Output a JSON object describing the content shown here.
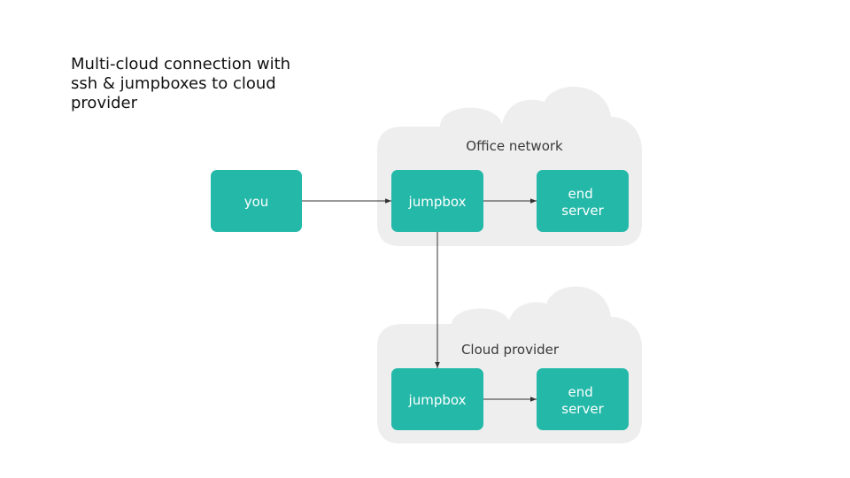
{
  "title": {
    "lines": [
      "Multi-cloud connection with",
      "ssh & jumpboxes to cloud",
      "provider"
    ]
  },
  "regions": {
    "office": {
      "label": "Office network"
    },
    "cloud": {
      "label": "Cloud provider"
    }
  },
  "nodes": {
    "you": {
      "lines": [
        "you"
      ]
    },
    "office_jumpbox": {
      "lines": [
        "jumpbox"
      ]
    },
    "office_end_server": {
      "lines": [
        "end",
        "server"
      ]
    },
    "cloud_jumpbox": {
      "lines": [
        "jumpbox"
      ]
    },
    "cloud_end_server": {
      "lines": [
        "end",
        "server"
      ]
    }
  },
  "edges": [
    {
      "from": "you",
      "to": "office_jumpbox"
    },
    {
      "from": "office_jumpbox",
      "to": "office_end_server"
    },
    {
      "from": "office_jumpbox",
      "to": "cloud_jumpbox"
    },
    {
      "from": "cloud_jumpbox",
      "to": "cloud_end_server"
    }
  ],
  "colors": {
    "node_fill": "#23b8a8",
    "cloud_fill": "#eeeeee",
    "arrow": "#333333",
    "node_text": "#ffffff"
  }
}
